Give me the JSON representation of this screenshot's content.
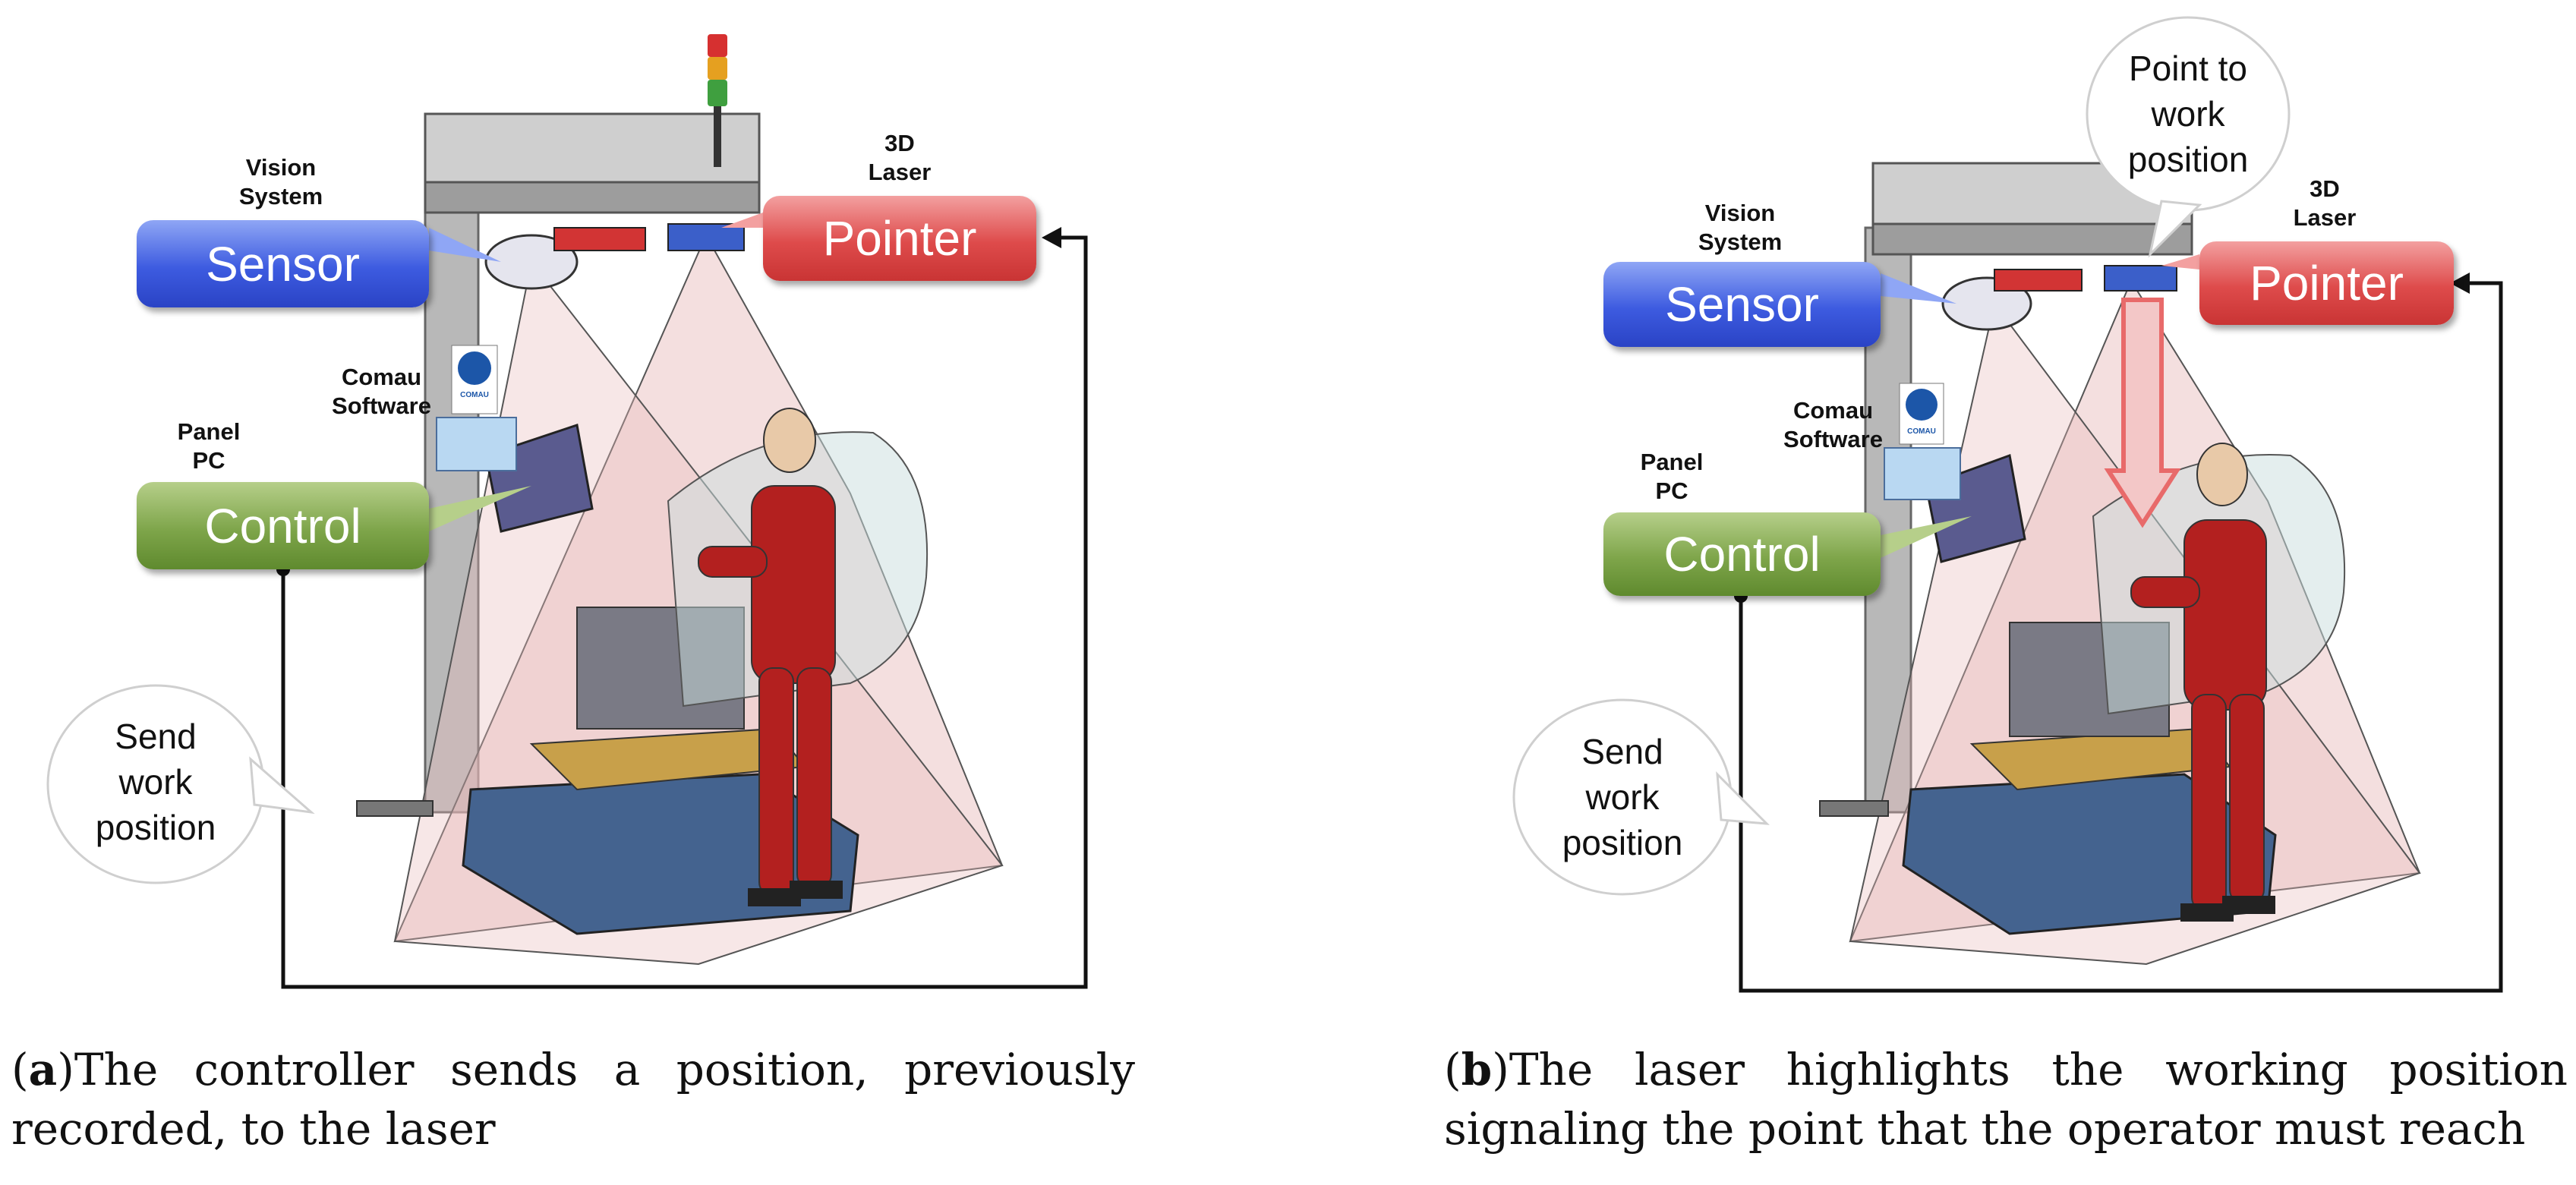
{
  "panels": [
    {
      "id": "a",
      "sensor_label": "Sensor",
      "sensor_caption": "Vision\nSystem",
      "pointer_label": "Pointer",
      "pointer_caption": "3D\nLaser",
      "control_label": "Control",
      "control_caption": "Panel\nPC",
      "software_caption": "Comau\nSoftware",
      "logo_text": "COMAU",
      "bubble_send": "Send\nwork\nposition",
      "caption_letter": "a",
      "caption_text": "The controller sends a position, previously recorded, to the laser"
    },
    {
      "id": "b",
      "sensor_label": "Sensor",
      "sensor_caption": "Vision\nSystem",
      "pointer_label": "Pointer",
      "pointer_caption": "3D\nLaser",
      "control_label": "Control",
      "control_caption": "Panel\nPC",
      "software_caption": "Comau\nSoftware",
      "logo_text": "COMAU",
      "bubble_send": "Send\nwork\nposition",
      "bubble_point": "Point to\nwork\nposition",
      "caption_letter": "b",
      "caption_text": "The laser highlights the working position signaling the point that the operator must reach"
    }
  ],
  "colors": {
    "sensor": "#3d5be0",
    "pointer": "#de4b4b",
    "control": "#7ea54a",
    "mannequin": "#b3201f",
    "cone": "#e7b9b9"
  }
}
